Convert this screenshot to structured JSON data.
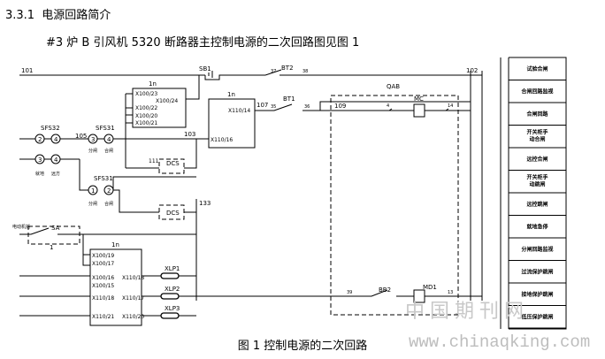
{
  "section": {
    "number": "3.3.1",
    "title": "电源回路简介"
  },
  "intro": "#3 炉 B 引风机 5320 断路器主控制电源的二次回路图见图 1",
  "caption": "图 1 控制电源的二次回路",
  "watermark": {
    "text_cn": "中国期刊网",
    "url": "www.chinaqking.com"
  },
  "labels": {
    "bus_left": "101",
    "bus_right": "102",
    "sb1": "SB1",
    "bt2": "BT2",
    "bt1": "BT1",
    "bb2": "BB2",
    "qab": "QAB",
    "mc": "MC",
    "md1": "MD1",
    "n37": "37",
    "n38": "38",
    "n107": "107",
    "n35": "35",
    "n36": "36",
    "n109": "109",
    "n4": "4",
    "n14": "14",
    "n39": "39",
    "n13": "13",
    "n105": "105",
    "n103": "103",
    "n111": "111",
    "n133": "133",
    "sfs32": "SFS32",
    "sfs31a": "SFS31",
    "sfs31b": "SFS31",
    "dcs1": "DCS",
    "dcs2": "DCS",
    "local": "就地",
    "remote": "远方",
    "open1": "分闸",
    "close1": "合闸",
    "open2": "分闸",
    "close2": "合闸",
    "in1": "1n",
    "in2": "1n",
    "in3": "1n",
    "x100_23": "X100/23",
    "x100_24": "X100/24",
    "x100_22": "X100/22",
    "x100_20": "X100/20",
    "x100_21": "X100/21",
    "x110_14": "X110/14",
    "x110_16": "X110/16",
    "x100_19": "X100/19",
    "x100_17": "X100/17",
    "x100_16": "X100/16",
    "x100_15": "X100/15",
    "x110_18a": "X110/18",
    "x110_18b": "X110/18",
    "x110_17": "X110/17",
    "x110_21": "X110/21",
    "x110_20": "X110/20",
    "xlp1": "XLP1",
    "xlp2": "XLP2",
    "xlp3": "XLP3",
    "sa": "SA",
    "sa_label": "电动机摇",
    "n1": "1"
  },
  "legend": [
    "试验合闸",
    "合闸回路监视",
    "合闸回路",
    "开关柜手动合闸",
    "远控合闸",
    "开关柜手动跳闸",
    "远控跳闸",
    "就地急停",
    "分闸回路监视",
    "过流保护跳闸",
    "接地保护跳闸",
    "低压保护跳闸"
  ]
}
